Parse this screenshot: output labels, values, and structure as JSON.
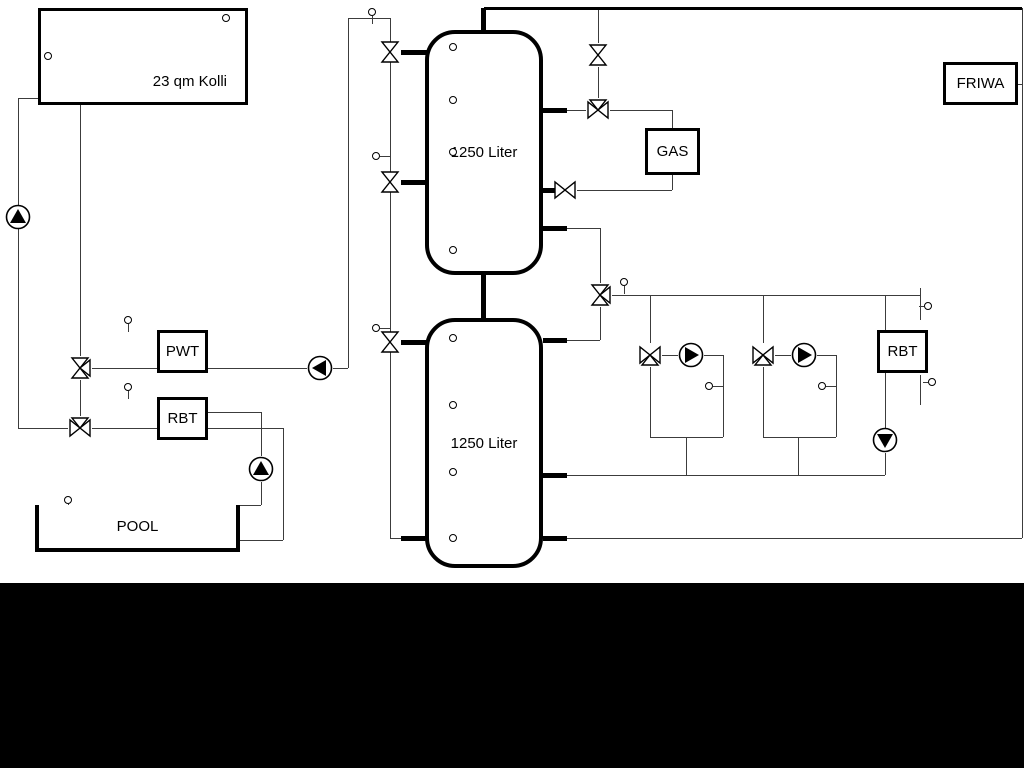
{
  "diagram": {
    "collector": {
      "label": "23 qm Kolli"
    },
    "tank1": {
      "label": "1250 Liter"
    },
    "tank2": {
      "label": "1250 Liter"
    },
    "gas": {
      "label": "GAS"
    },
    "friwa": {
      "label": "FRIWA"
    },
    "pwt": {
      "label": "PWT"
    },
    "rbt_left": {
      "label": "RBT"
    },
    "rbt_right": {
      "label": "RBT"
    },
    "pool": {
      "label": "POOL"
    },
    "colors": {
      "line": "#000000",
      "background": "#ffffff",
      "bottom_bar": "#000000"
    }
  }
}
